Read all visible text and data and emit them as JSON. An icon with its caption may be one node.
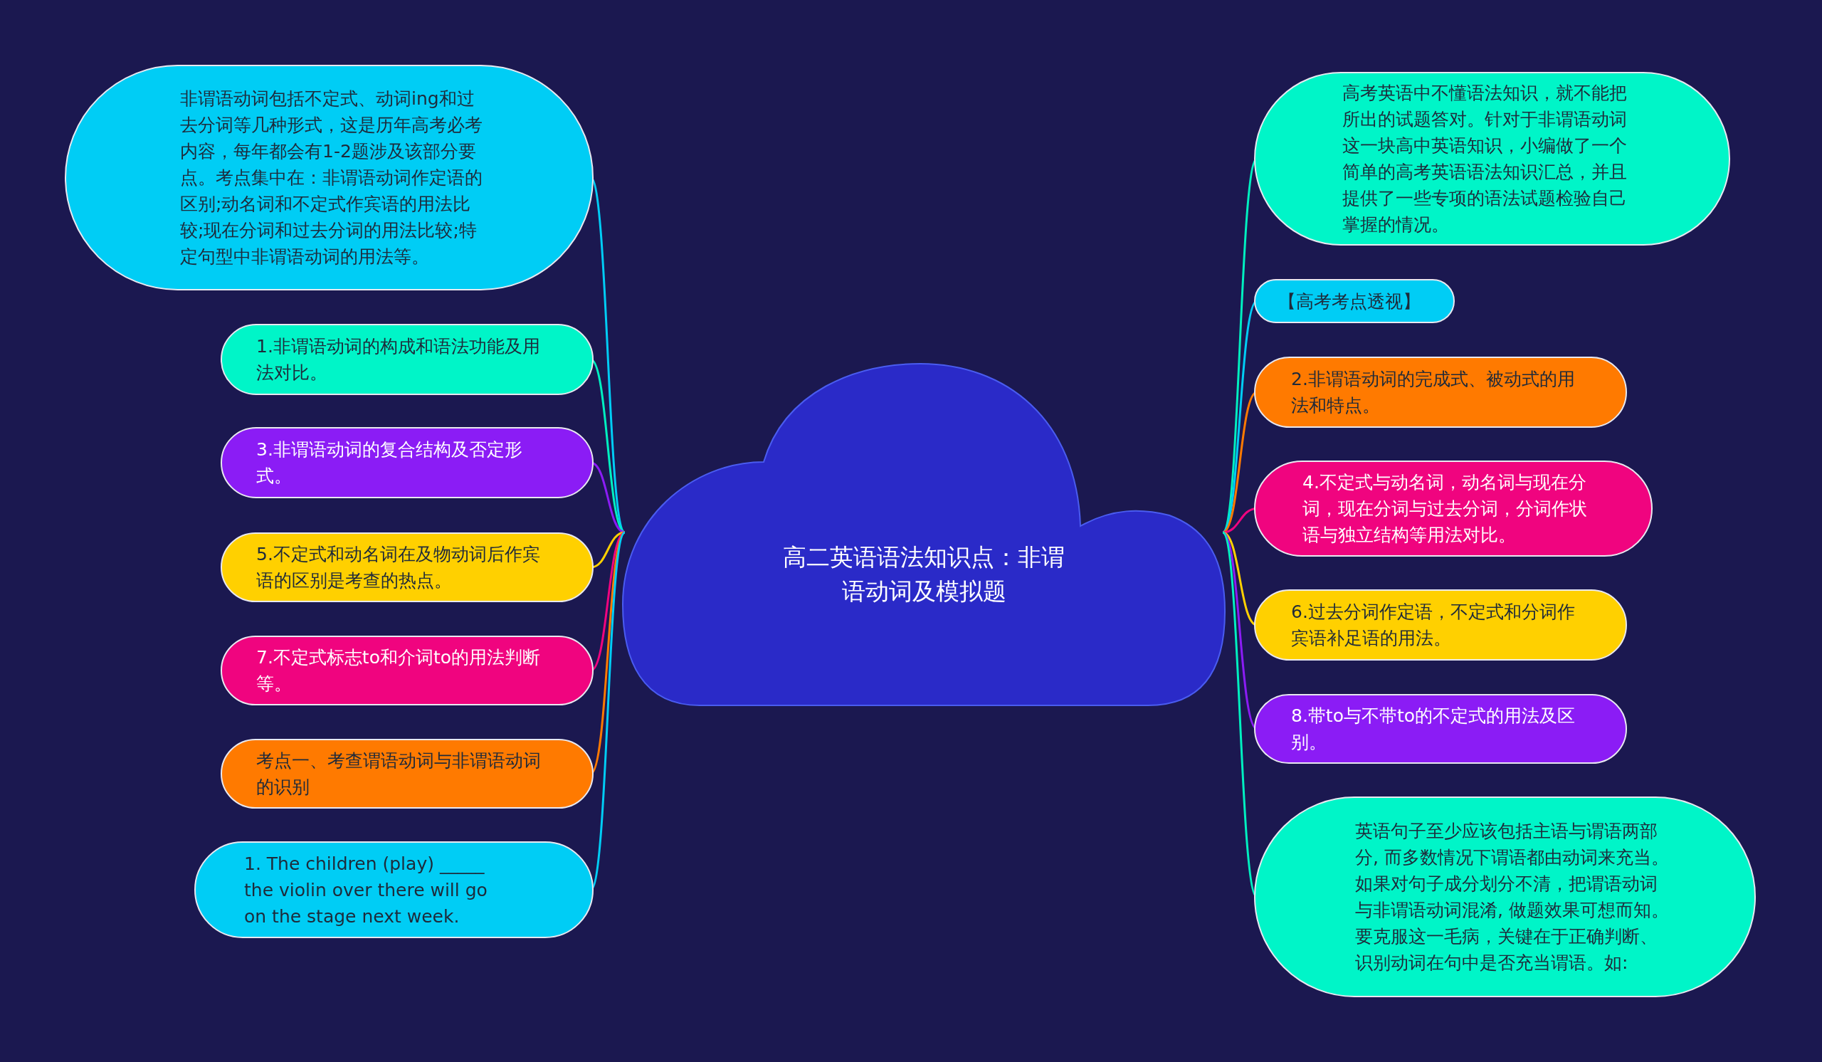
{
  "diagram": {
    "nodes": [
      {
        "text": [
          "高二英语语法知识点：非谓语动词及模拟题"
        ]
      },
      {
        "text": [
          "非谓语动词包括不定式、动词ing和过去分词等几种形式，这是历年高考必考内容，每年都会有1-2题涉及该部分要点。考点集中在：非谓语动词作定语的区别;动名词和不定式作宾语的用法比较;现在分词和过去分词的用法比较;特定句型中非谓语动词的用法等。"
        ]
      },
      {
        "text": [
          "1.非谓语动词的构成和语法功能及用法对比。"
        ]
      },
      {
        "text": [
          "3.非谓语动词的复合结构及否定形式。"
        ]
      },
      {
        "text": [
          "5.不定式和动名词在及物动词后作宾语的区别是考查的热点。"
        ]
      },
      {
        "text": [
          "7.不定式标志to和介词to的用法判断等。"
        ]
      },
      {
        "text": [
          "考点一、考查谓语动词与非谓语动词的识别"
        ]
      },
      {
        "text": [
          "1. The children (play) _____ the violin over there will go on the stage next week."
        ]
      },
      {
        "text": [
          "高考英语中不懂语法知识，就不能把所出的试题答对。针对于非谓语动词这一块高中英语知识，小编做了一个简单的高考英语语法知识汇总，并且提供了一些专项的语法试题检验自己掌握的情况。"
        ]
      },
      {
        "text": [
          "【高考考点透视】"
        ]
      },
      {
        "text": [
          "2.非谓语动词的完成式、被动式的用法和特点。"
        ]
      },
      {
        "text": [
          "4.不定式与动名词，动名词与现在分词，现在分词与过去分词，分词作状语与独立结构等用法对比。"
        ]
      },
      {
        "text": [
          "6.过去分词作定语，不定式和分词作宾语补足语的用法。"
        ]
      },
      {
        "text": [
          "8.带to与不带to的不定式的用法及区别。"
        ]
      },
      {
        "text": [
          "英语句子至少应该包括主语与谓语两部分, 而多数情况下谓语都由动词来充当。如果对句子成分划分不清，把谓语动词与非谓语动词混淆, 做题效果可想而知。要克服这一毛病，关键在于正确判断、识别动词在句中是否充当谓语。如:"
        ]
      }
    ],
    "edges": [
      {
        "from": 0,
        "to": 1,
        "arrow": "none",
        "color": "#00cdf5"
      },
      {
        "from": 0,
        "to": 2,
        "arrow": "none",
        "color": "#00f0c0"
      },
      {
        "from": 0,
        "to": 3,
        "arrow": "none",
        "color": "#8b1cf5"
      },
      {
        "from": 0,
        "to": 4,
        "arrow": "none",
        "color": "#ffd000"
      },
      {
        "from": 0,
        "to": 5,
        "arrow": "none",
        "color": "#f0047f"
      },
      {
        "from": 0,
        "to": 6,
        "arrow": "none",
        "color": "#ff7a00"
      },
      {
        "from": 0,
        "to": 7,
        "arrow": "none",
        "color": "#00cdf5"
      },
      {
        "from": 0,
        "to": 8,
        "arrow": "none",
        "color": "#00f0c0"
      },
      {
        "from": 0,
        "to": 9,
        "arrow": "none",
        "color": "#00cdf5"
      },
      {
        "from": 0,
        "to": 10,
        "arrow": "none",
        "color": "#ff7a00"
      },
      {
        "from": 0,
        "to": 11,
        "arrow": "none",
        "color": "#f0047f"
      },
      {
        "from": 0,
        "to": 12,
        "arrow": "none",
        "color": "#ffd000"
      },
      {
        "from": 0,
        "to": 13,
        "arrow": "none",
        "color": "#8b1cf5"
      },
      {
        "from": 0,
        "to": 14,
        "arrow": "none",
        "color": "#00f0c0"
      }
    ]
  }
}
